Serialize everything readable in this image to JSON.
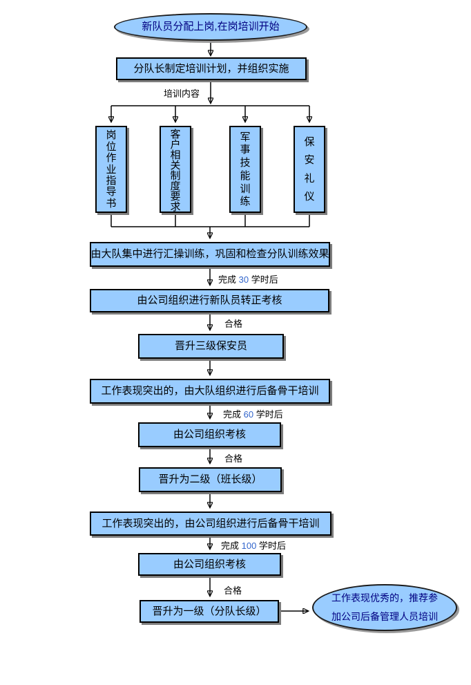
{
  "colors": {
    "node_fill": "#99CCFF",
    "node_border": "#000000",
    "connector": "#000000",
    "ellipse_text": "#000080",
    "hours_number": "#3366CC",
    "shadow": "#7d7d7d"
  },
  "flow": {
    "start_label": "新队员分配上岗,在岗培训开始",
    "plan_label": "分队长制定培训计划，并组织实施",
    "branch_label": "培训内容",
    "training_items": [
      "岗位作业指导书",
      "客户相关制度要求",
      "军事技能训练",
      "保安礼仪"
    ],
    "consolidate_label": "由大队集中进行汇操训练，巩固和检查分队训练效果",
    "milestone_30": {
      "prefix": "完成 ",
      "number": "30",
      "suffix": " 学时后"
    },
    "newcomer_exam_label": "由公司组织进行新队员转正考核",
    "pass_1": "合格",
    "promote_l3_label": "晋升三级保安员",
    "backbone_brigade_label": "工作表现突出的，由大队组织进行后备骨干培训",
    "milestone_60": {
      "prefix": "完成 ",
      "number": "60",
      "suffix": " 学时后"
    },
    "company_exam_1_label": "由公司组织考核",
    "pass_2": "合格",
    "promote_l2_label": "晋升为二级（班长级）",
    "backbone_company_label": "工作表现突出的，由公司组织进行后备骨干培训",
    "milestone_100": {
      "prefix": "完成 ",
      "number": "100",
      "suffix": " 学时后"
    },
    "company_exam_2_label": "由公司组织考核",
    "pass_3": "合格",
    "promote_l1_label": "晋升为一级（分队长级）",
    "end_label_line1": "工作表现优秀的，推荐参",
    "end_label_line2": "加公司后备管理人员培训"
  }
}
